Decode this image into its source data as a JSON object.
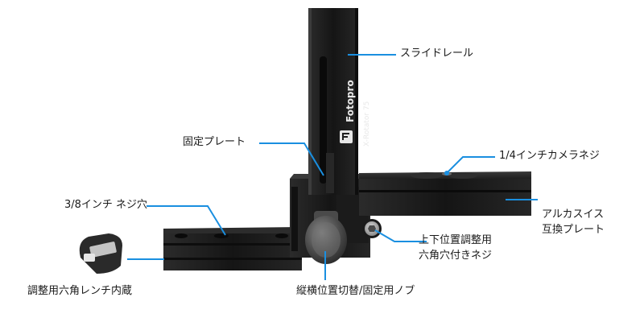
{
  "annotations": {
    "slide_rail": "スライドレール",
    "fixed_plate": "固定プレート",
    "camera_screw": "1/4インチカメラネジ",
    "screw_hole": "3/8インチ ネジ穴",
    "arca_line1": "アルカスイス",
    "arca_line2": "互換プレート",
    "adjust_screw_line1": "上下位置調整用",
    "adjust_screw_line2": "六角穴付きネジ",
    "hex_wrench": "調整用六角レンチ内蔵",
    "rotation_knob": "縦横位置切替/固定用ノブ"
  },
  "product": {
    "brand": "Fotopro",
    "model": "X-Rotator 75"
  },
  "colors": {
    "leader_line": "#1a8fe0",
    "product_body": "#1e1e1e",
    "label_text": "#1a1a1a"
  }
}
